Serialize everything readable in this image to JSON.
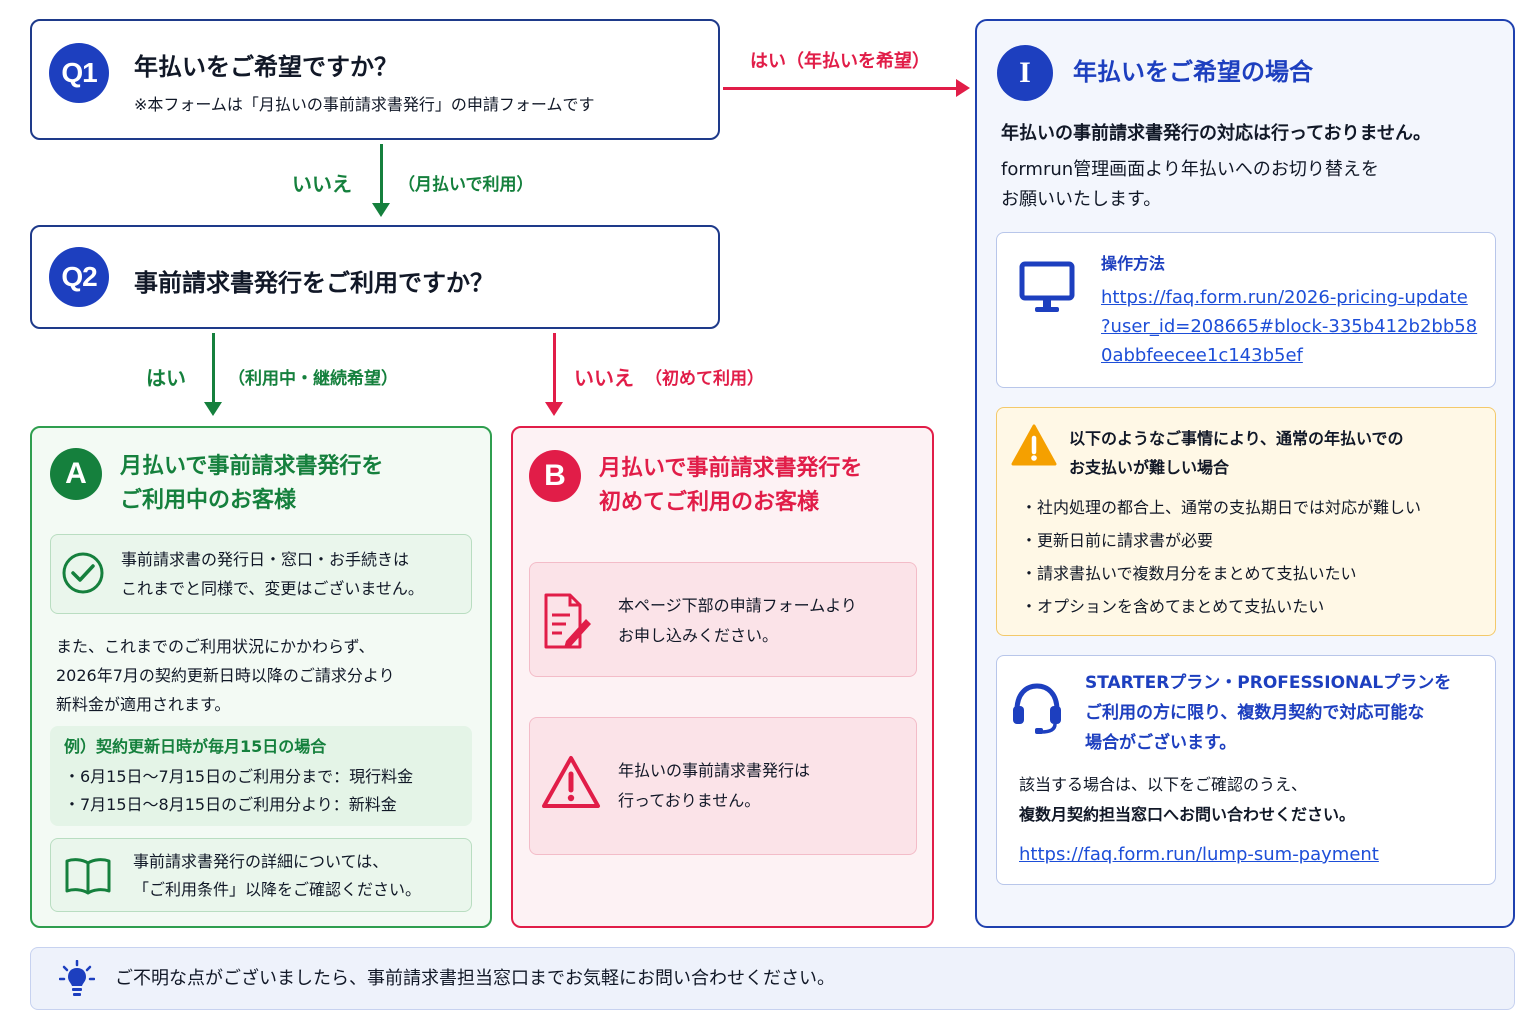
{
  "q1": {
    "badge": "Q1",
    "title": "年払いをご希望ですか？",
    "note": "※本フォームは「月払いの事前請求書発行」の申請フォームです"
  },
  "q2": {
    "badge": "Q2",
    "title": "事前請求書発行をご利用ですか？"
  },
  "arrows": {
    "q1_yes": "はい（年払いを希望）",
    "q1_no_main": "いいえ",
    "q1_no_sub": "（月払いで利用）",
    "q2_yes_main": "はい",
    "q2_yes_sub": "（利用中・継続希望）",
    "q2_no_main": "いいえ",
    "q2_no_sub": "（初めて利用）"
  },
  "panel_a": {
    "badge": "A",
    "title_line1": "月払いで事前請求書発行を",
    "title_line2": "ご利用中のお客様",
    "check_line1": "事前請求書の発行日・窓口・お手続きは",
    "check_line2": "これまでと同様で、変更はございません。",
    "body_line1": "また、これまでのご利用状況にかかわらず、",
    "body_line2": "2026年7月の契約更新日時以降のご請求分より",
    "body_line3": "新料金が適用されます。",
    "example_title": "例）契約更新日時が毎月15日の場合",
    "example_item1": "・6月15日〜7月15日のご利用分まで：現行料金",
    "example_item2": "・7月15日〜8月15日のご利用分より：新料金",
    "book_line1": "事前請求書発行の詳細については、",
    "book_line2": "「ご利用条件」以降をご確認ください。"
  },
  "panel_b": {
    "badge": "B",
    "title_line1": "月払いで事前請求書発行を",
    "title_line2": "初めてご利用のお客様",
    "form_line1": "本ページ下部の申請フォームより",
    "form_line2": "お申し込みください。",
    "warn_line1": "年払いの事前請求書発行は",
    "warn_line2": "行っておりません。"
  },
  "panel_i": {
    "badge": "I",
    "title": "年払いをご希望の場合",
    "lead_line1": "年払いの事前請求書発行の対応は行っておりません。",
    "lead_line2": "formrun管理画面より年払いへのお切り替えを",
    "lead_line3": "お願いいたします。",
    "howto_title": "操作方法",
    "howto_url_line1": "https://faq.form.run/2026-pricing-update",
    "howto_url_line2": "?user_id=208665#block-335b412b2bb58",
    "howto_url_line3": "0abbfeecee1c143b5ef",
    "caution_title_line1": "以下のようなご事情により、通常の年払いでの",
    "caution_title_line2": "お支払いが難しい場合",
    "caution_items": [
      "・社内処理の都合上、通常の支払期日では対応が難しい",
      "・更新日前に請求書が必要",
      "・請求書払いで複数月分をまとめて支払いたい",
      "・オプションを含めてまとめて支払いたい"
    ],
    "support_line1": "STARTERプラン・PROFESSIONALプランを",
    "support_line2": "ご利用の方に限り、複数月契約で対応可能な",
    "support_line3": "場合がございます。",
    "support_body_line1": "該当する場合は、以下をご確認のうえ、",
    "support_body_line2": "複数月契約担当窓口へお問い合わせください。",
    "support_url": "https://faq.form.run/lump-sum-payment"
  },
  "footer": {
    "text": "ご不明な点がございましたら、事前請求書担当窓口までお気軽にお問い合わせください。"
  },
  "colors": {
    "navy": "#1d3fbf",
    "green": "#15803d",
    "red": "#e11d48",
    "amber": "#f5a000"
  }
}
